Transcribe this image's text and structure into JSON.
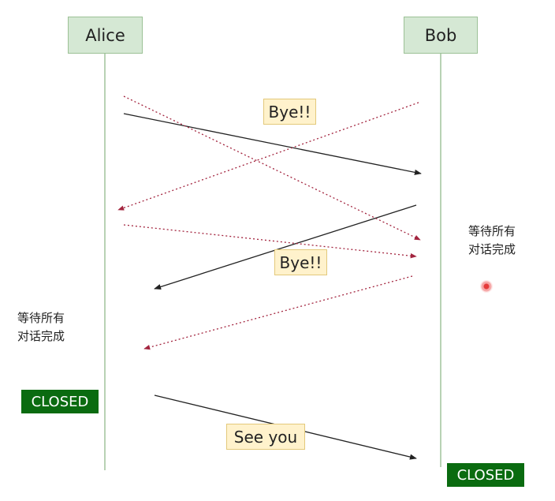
{
  "actors": {
    "left": "Alice",
    "right": "Bob"
  },
  "messages": {
    "bye_top": "Bye!!",
    "bye_middle": "Bye!!",
    "see_you": "See you"
  },
  "notes": {
    "bob_wait_line1": "等待所有",
    "bob_wait_line2": "对话完成",
    "alice_wait_line1": "等待所有",
    "alice_wait_line2": "对话完成"
  },
  "states": {
    "alice_closed": "CLOSED",
    "bob_closed": "CLOSED"
  },
  "colors": {
    "actor_fill": "#d5e8d4",
    "actor_border": "#9cc196",
    "label_fill": "#fff2cc",
    "label_border": "#e3c97b",
    "solid_arrow": "#222222",
    "dotted_arrow": "#a3253f",
    "closed_badge": "#0a6b10"
  }
}
